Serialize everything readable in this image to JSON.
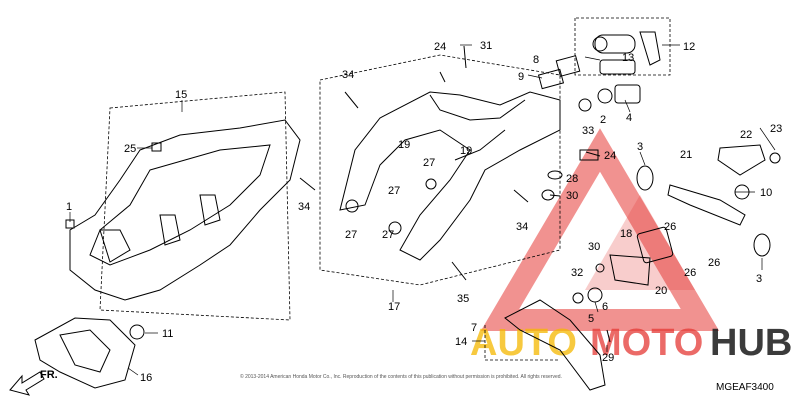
{
  "diagram": {
    "code": "MGEAF3400",
    "fr_label": "FR.",
    "copyright": "© 2013-2014 American Honda Motor Co., Inc. Reproduction of the contents of this publication without permission is prohibited. All rights reserved."
  },
  "watermark": {
    "text_a": "AUTO",
    "text_b": "MOTO",
    "text_c": "HUB",
    "color_red": "#e53935",
    "color_yellow": "#f5b800"
  },
  "callouts": {
    "p1": "1",
    "p2": "2",
    "p3a": "3",
    "p3b": "3",
    "p4": "4",
    "p5": "5",
    "p6": "6",
    "p7": "7",
    "p8": "8",
    "p9": "9",
    "p10": "10",
    "p11": "11",
    "p12": "12",
    "p13": "13",
    "p14": "14",
    "p15": "15",
    "p16": "16",
    "p17": "17",
    "p18": "18",
    "p19a": "19",
    "p19b": "19",
    "p20": "20",
    "p21": "21",
    "p22": "22",
    "p23": "23",
    "p24a": "24",
    "p24b": "24",
    "p25": "25",
    "p26a": "26",
    "p26b": "26",
    "p26c": "26",
    "p27a": "27",
    "p27b": "27",
    "p27c": "27",
    "p27d": "27",
    "p28": "28",
    "p29": "29",
    "p30a": "30",
    "p30b": "30",
    "p31": "31",
    "p32": "32",
    "p33": "33",
    "p34a": "34",
    "p34b": "34",
    "p34c": "34",
    "p35": "35"
  }
}
